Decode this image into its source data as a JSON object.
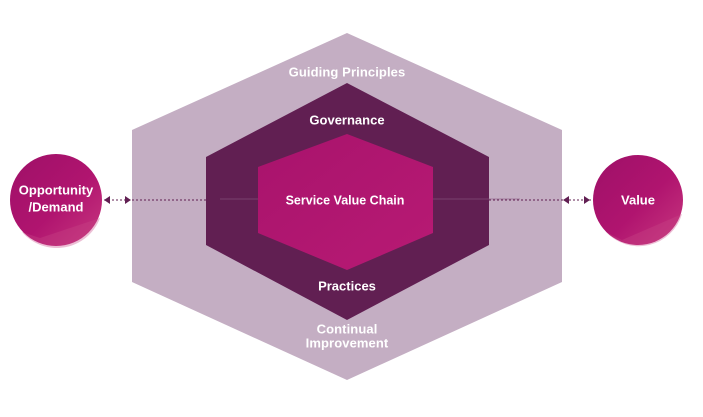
{
  "diagram": {
    "outer_labels": {
      "top": "Guiding Principles",
      "bottom_line1": "Continual",
      "bottom_line2": "Improvement"
    },
    "middle_labels": {
      "top": "Governance",
      "bottom": "Practices"
    },
    "core_label": "Service Value Chain",
    "input_circle": {
      "line1": "Opportunity",
      "line2": "/Demand"
    },
    "output_circle": {
      "label": "Value"
    },
    "colors": {
      "outer_hexagon": "#c4aec3",
      "middle_hexagon": "#611f52",
      "core_hexagon": "#ad166f",
      "circle_dark": "#ab1770",
      "circle_light": "#c0347f",
      "connector": "#611f52"
    }
  }
}
